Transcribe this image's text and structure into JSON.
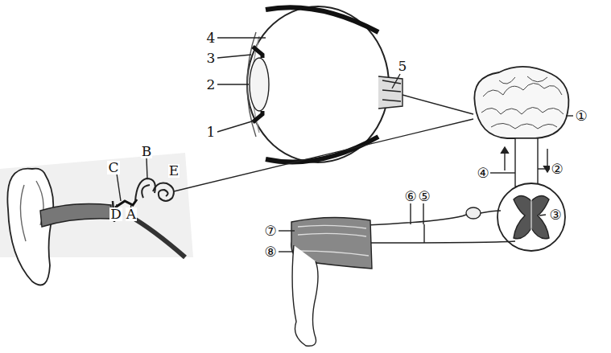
{
  "diagram": {
    "labels": [
      "4",
      "3",
      "2",
      "1",
      "5",
      "①",
      "②",
      "④",
      "③",
      "⑥",
      "⑤",
      "⑦",
      "⑧",
      "C",
      "B",
      "E",
      "D",
      "A"
    ]
  }
}
